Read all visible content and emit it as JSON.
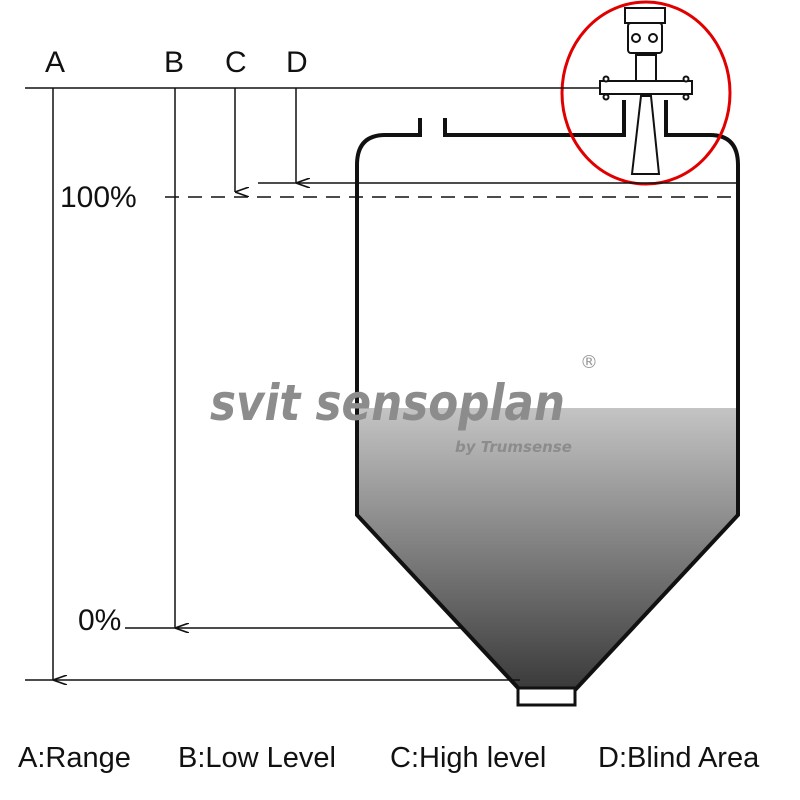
{
  "letters": {
    "a": "A",
    "b": "B",
    "c": "C",
    "d": "D"
  },
  "levels": {
    "full": "100%",
    "empty": "0%"
  },
  "logo": {
    "brand": "svit sensoplan",
    "registered": "®",
    "sub": "by Trumsense"
  },
  "legend": {
    "a": "A:Range",
    "b": "B:Low Level",
    "c": "C:High level",
    "d": "D:Blind Area"
  },
  "colors": {
    "highlight": "#e00000",
    "fill_top": "#bdbdbd",
    "fill_bottom": "#404040"
  }
}
